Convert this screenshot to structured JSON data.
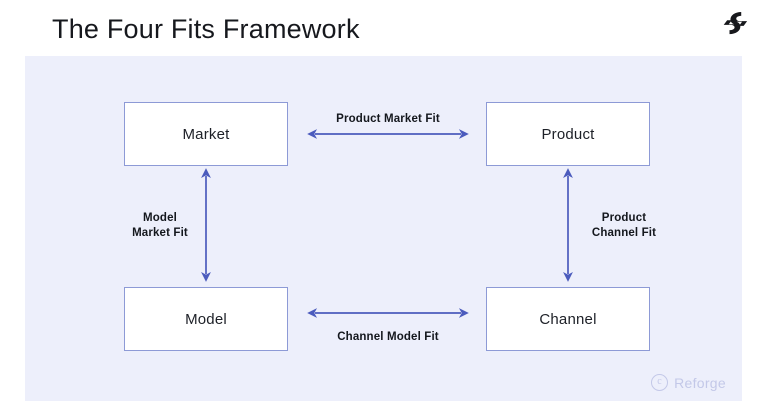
{
  "header": {
    "title": "The Four Fits Framework",
    "logo_name": "reforge-logo"
  },
  "colors": {
    "panel_background": "#edeffb",
    "page_background": "#ffffff",
    "node_border": "#8d9ad6",
    "node_fill": "#ffffff",
    "arrow": "#4b5bbd",
    "title_text": "#16181d",
    "label_text": "#14171d",
    "watermark": "#c3c8e8"
  },
  "diagram": {
    "nodes": [
      {
        "id": "market",
        "label": "Market"
      },
      {
        "id": "product",
        "label": "Product"
      },
      {
        "id": "model",
        "label": "Model"
      },
      {
        "id": "channel",
        "label": "Channel"
      }
    ],
    "edges": [
      {
        "id": "pmf",
        "label": "Product Market Fit",
        "from": "market",
        "to": "product",
        "orientation": "horizontal",
        "arrowheads": "both",
        "label_position": "above"
      },
      {
        "id": "cmf",
        "label": "Channel Model Fit",
        "from": "model",
        "to": "channel",
        "orientation": "horizontal",
        "arrowheads": "both",
        "label_position": "below"
      },
      {
        "id": "mmf",
        "label": "Model\nMarket Fit",
        "from": "model",
        "to": "market",
        "orientation": "vertical",
        "arrowheads": "both",
        "label_position": "left"
      },
      {
        "id": "pcf",
        "label": "Product\nChannel Fit",
        "from": "product",
        "to": "channel",
        "orientation": "vertical",
        "arrowheads": "both",
        "label_position": "right"
      }
    ]
  },
  "watermark": {
    "symbol": "c",
    "text": "Reforge"
  }
}
